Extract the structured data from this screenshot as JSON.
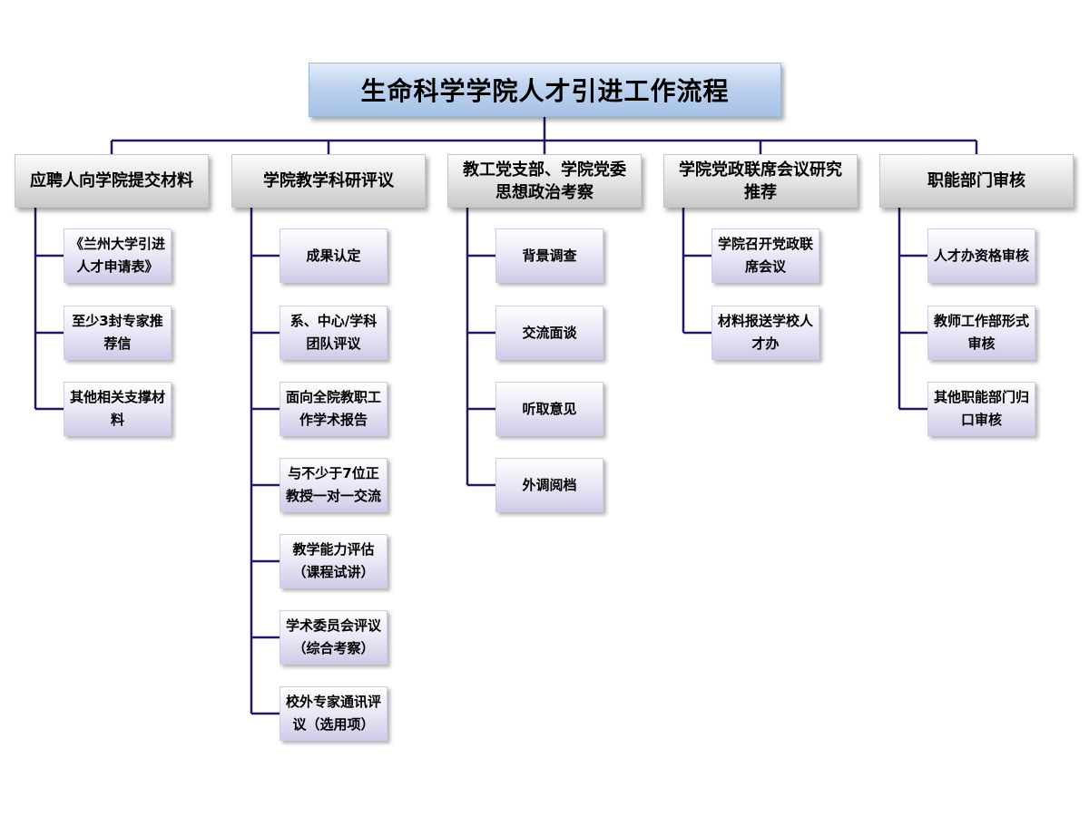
{
  "title": "生命科学学院人才引进工作流程",
  "categories": [
    {
      "label": "应聘人向学院提交材料",
      "items": [
        "《兰州大学引进人才申请表》",
        "至少3封专家推荐信",
        "其他相关支撑材料"
      ]
    },
    {
      "label": "学院教学科研评议",
      "items": [
        "成果认定",
        "系、中心/学科团队评议",
        "面向全院教职工作学术报告",
        "与不少于7位正教授一对一交流",
        "教学能力评估（课程试讲）",
        "学术委员会评议（综合考察）",
        "校外专家通讯评议（选用项）"
      ]
    },
    {
      "label": "教工党支部、学院党委思想政治考察",
      "items": [
        "背景调查",
        "交流面谈",
        "听取意见",
        "外调阅档"
      ]
    },
    {
      "label": "学院党政联席会议研究推荐",
      "items": [
        "学院召开党政联席会议",
        "材料报送学校人才办"
      ]
    },
    {
      "label": "职能部门审核",
      "items": [
        "人才办资格审核",
        "教师工作部形式审核",
        "其他职能部门归口审核"
      ]
    }
  ],
  "colors": {
    "connector": "#1f1a66",
    "title_fill": "#b4cbeb",
    "category_fill": "#d9d9d9",
    "item_fill": "#dcd9f0"
  }
}
